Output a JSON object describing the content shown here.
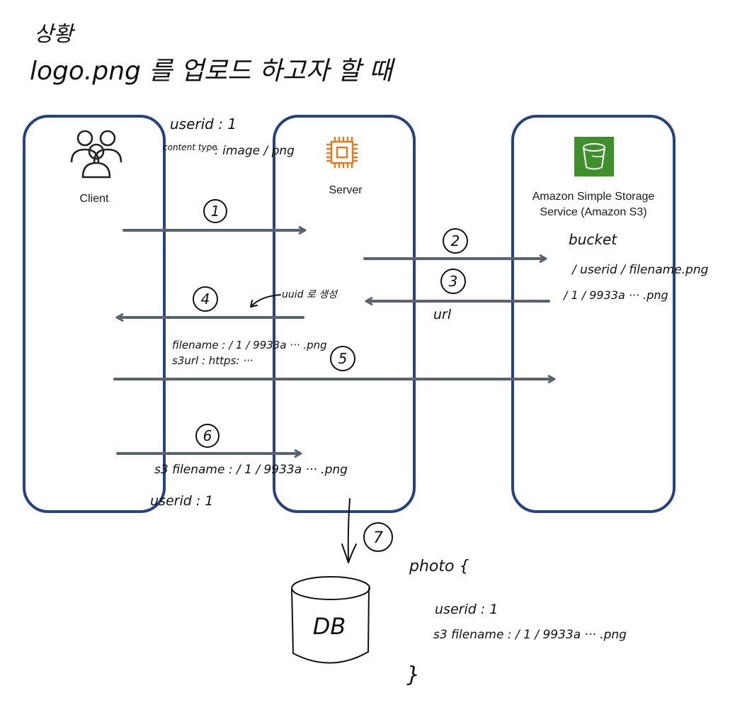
{
  "header": {
    "line1": "상황",
    "line2": "logo.png 를 업로드 하고자 할 때"
  },
  "nodes": {
    "client": {
      "label": "Client",
      "icon": "users-icon"
    },
    "server": {
      "label": "Server",
      "icon": "chip-icon",
      "icon_color": "#e8781e"
    },
    "s3": {
      "label_line1": "Amazon Simple Storage",
      "label_line2": "Service (Amazon S3)",
      "icon": "bucket-icon",
      "icon_color": "#3f8f2c"
    },
    "db": {
      "label": "DB"
    }
  },
  "steps": [
    {
      "num": "1"
    },
    {
      "num": "2"
    },
    {
      "num": "3"
    },
    {
      "num": "4"
    },
    {
      "num": "5"
    },
    {
      "num": "6"
    },
    {
      "num": "7"
    }
  ],
  "notes": {
    "request_userid": "userid : 1",
    "request_content_label": "content type",
    "request_content_value": ": image / png",
    "bucket_title": "bucket",
    "bucket_path": "/ userid / filename.png",
    "bucket_example": "/ 1 / 9933a ··· .png",
    "url_label": "url",
    "uuid_note": "uuid 로 생성",
    "response_filename": "filename : / 1 / 9933a ··· .png",
    "response_s3url": "s3url : https: ···",
    "save_filename": "s3 filename : / 1 / 9933a ··· .png",
    "save_userid": "userid : 1",
    "photo_open": "photo {",
    "photo_userid": "userid : 1",
    "photo_filename": "s3 filename : / 1 / 9933a ··· .png",
    "photo_close": "}"
  },
  "colors": {
    "box_border": "#27427c",
    "arrow": "#5a6270"
  }
}
